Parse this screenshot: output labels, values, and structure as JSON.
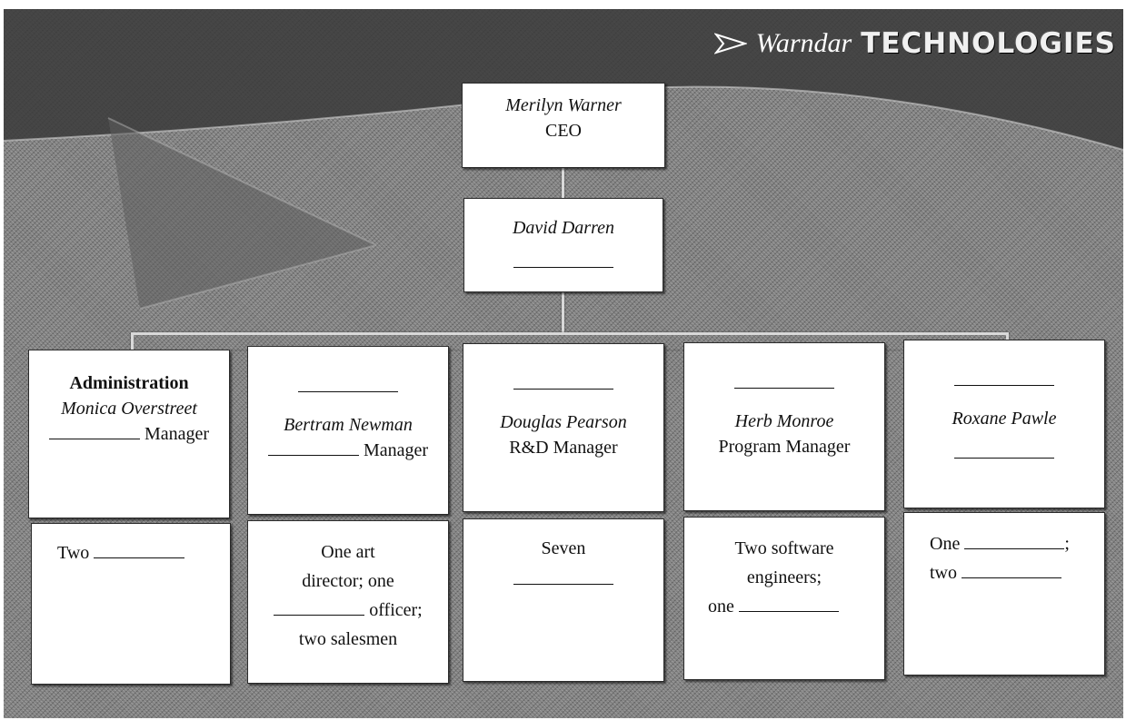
{
  "brand": {
    "script": "Warndar",
    "caps": "TECHNOLOGIES",
    "icon": "arrow-icon"
  },
  "ceo": {
    "name": "Merilyn Warner",
    "title": "CEO"
  },
  "second": {
    "name": "David Darren"
  },
  "managers": [
    {
      "dept": "Administration",
      "name": "Monica Overstreet",
      "title": "Manager"
    },
    {
      "name": "Bertram Newman",
      "title": "Manager"
    },
    {
      "name": "Douglas Pearson",
      "title": "R&D Manager"
    },
    {
      "name": "Herb Monroe",
      "title": "Program Manager"
    },
    {
      "name": "Roxane Pawle"
    }
  ],
  "staff": [
    {
      "l1": "Two"
    },
    {
      "l1": "One art",
      "l2": "director; one",
      "l3": "officer;",
      "l4": "two salesmen"
    },
    {
      "l1": "Seven"
    },
    {
      "l1": "Two software",
      "l2": "engineers;",
      "l3": "one"
    },
    {
      "l1": "One",
      "l1_end": ";",
      "l2": "two"
    }
  ],
  "colors": {
    "background": "#7d7d7d",
    "banner": "#2a2a2a",
    "box": "#ffffff",
    "connector": "#d8d8d8"
  }
}
